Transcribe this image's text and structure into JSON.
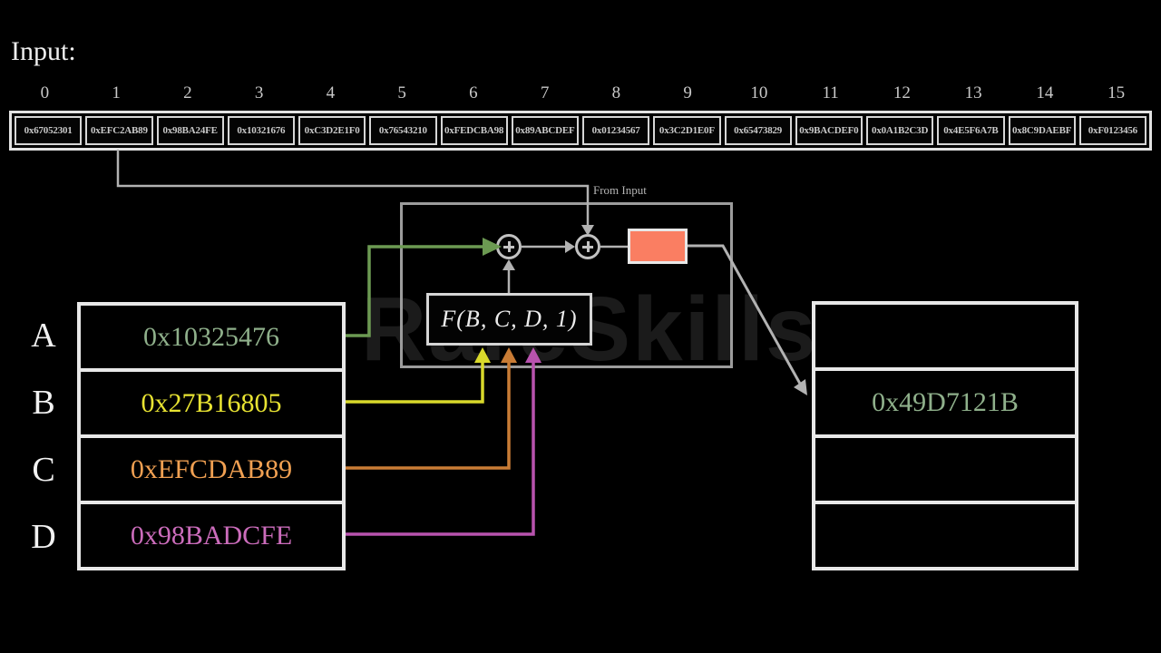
{
  "title": "Input:",
  "watermark": "RareSkills",
  "colors": {
    "salmon": "#FA7E62",
    "gray-line": "#B2B2B2",
    "green": "#6C9A52",
    "yellow": "#D9D92B",
    "orange": "#C97C35",
    "magenta": "#B853AE",
    "value-green": "#8FB08B",
    "value-yellow": "#E8E332",
    "value-orange": "#F0A052",
    "value-magenta": "#CB6CBB"
  },
  "input_row": {
    "cells": [
      {
        "index": "0",
        "value": "0x67052301"
      },
      {
        "index": "1",
        "value": "0xEFC2AB89"
      },
      {
        "index": "2",
        "value": "0x98BA24FE"
      },
      {
        "index": "3",
        "value": "0x10321676"
      },
      {
        "index": "4",
        "value": "0xC3D2E1F0"
      },
      {
        "index": "5",
        "value": "0x76543210"
      },
      {
        "index": "6",
        "value": "0xFEDCBA98"
      },
      {
        "index": "7",
        "value": "0x89ABCDEF"
      },
      {
        "index": "8",
        "value": "0x01234567"
      },
      {
        "index": "9",
        "value": "0x3C2D1E0F"
      },
      {
        "index": "10",
        "value": "0x65473829"
      },
      {
        "index": "11",
        "value": "0x9BACDEF0"
      },
      {
        "index": "12",
        "value": "0x0A1B2C3D"
      },
      {
        "index": "13",
        "value": "0x4E5F6A7B"
      },
      {
        "index": "14",
        "value": "0x8C9DAEBF"
      },
      {
        "index": "15",
        "value": "0xF0123456"
      }
    ]
  },
  "round_box": {
    "from_input_label": "From Input",
    "f_label": "F(B, C, D, 1)"
  },
  "registers": {
    "rows": [
      {
        "label": "A",
        "value": "0x10325476"
      },
      {
        "label": "B",
        "value": "0x27B16805"
      },
      {
        "label": "C",
        "value": "0xEFCDAB89"
      },
      {
        "label": "D",
        "value": "0x98BADCFE"
      }
    ]
  },
  "output": {
    "rows": [
      "",
      "0x49D7121B",
      "",
      ""
    ]
  }
}
